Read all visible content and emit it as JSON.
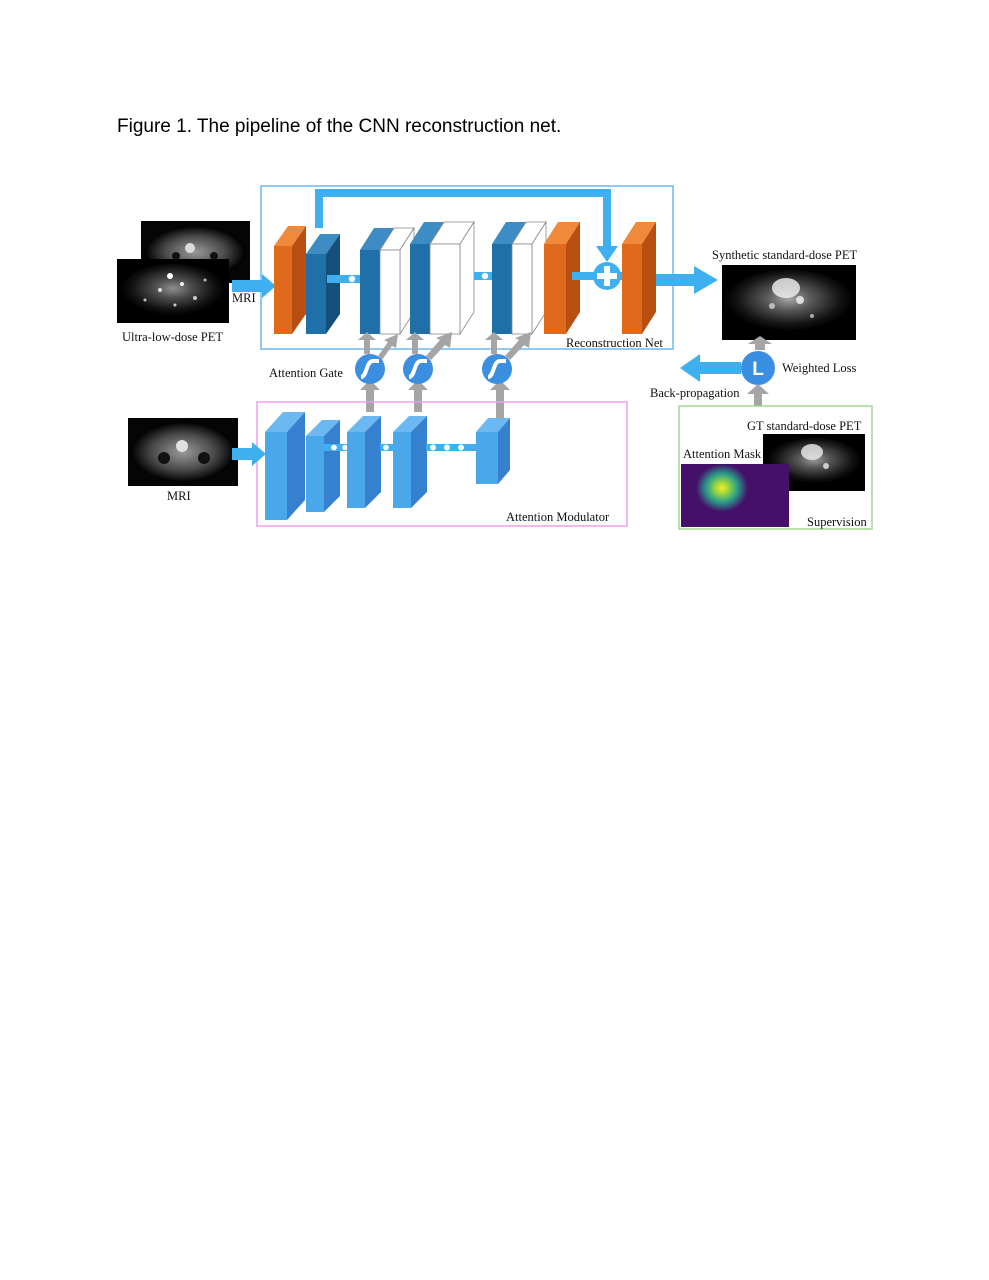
{
  "caption": "Figure 1. The pipeline of the CNN reconstruction net.",
  "labels": {
    "mri_input": "MRI",
    "ultra_low_dose_pet": "Ultra-low-dose PET",
    "reconstruction_net": "Reconstruction Net",
    "synthetic_pet": "Synthetic standard-dose PET",
    "weighted_loss": "Weighted Loss",
    "loss_symbol": "L",
    "back_propagation": "Back-propagation",
    "attention_gate": "Attention Gate",
    "mri_modulator_input": "MRI",
    "attention_modulator": "Attention Modulator",
    "gt_pet": "GT standard-dose PET",
    "attention_mask": "Attention Mask",
    "supervision": "Supervision"
  },
  "colors": {
    "orange": "#e06a1b",
    "dark_blue": "#1f6fa8",
    "light_blue": "#4aa7ea",
    "arrow_blue": "#3fb0ef",
    "gate_blue": "#3b8fe0",
    "arrow_gray": "#a5a5a5",
    "recon_box": "#6cb8ee",
    "modulator_box": "#ee9ef0",
    "supervision_box": "#9fd88e"
  },
  "icons": [
    "sigmoid-gate-icon",
    "plus-icon",
    "loss-icon"
  ]
}
